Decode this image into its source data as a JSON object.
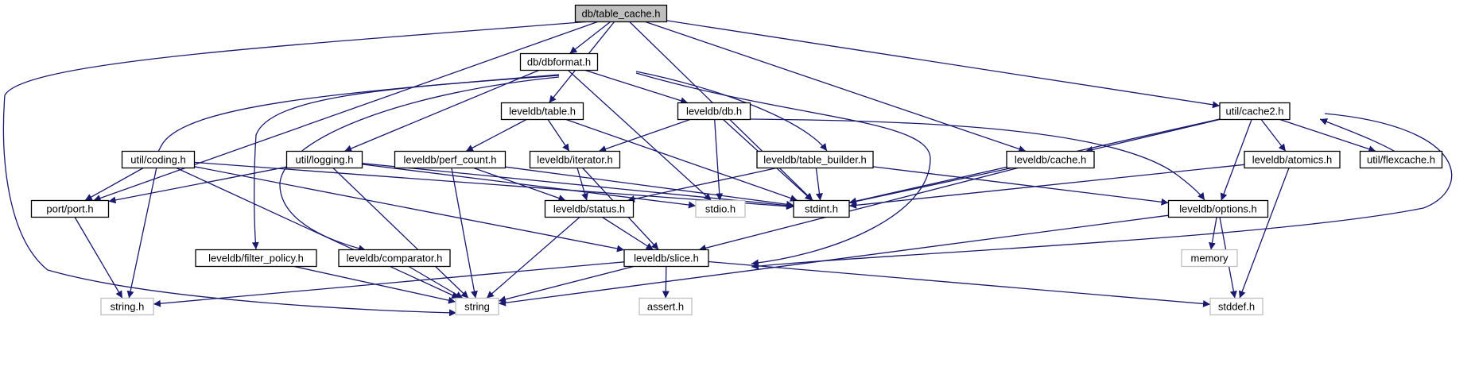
{
  "diagram": {
    "colors": {
      "edge": "#191970",
      "node_border": "#000000",
      "system_node_border": "#bfbfbf",
      "root_fill": "#bfbfbf",
      "background": "#ffffff"
    },
    "nodes": [
      {
        "id": "db_table_cache_h",
        "label": "db/table_cache.h",
        "kind": "root"
      },
      {
        "id": "db_dbformat_h",
        "label": "db/dbformat.h",
        "kind": "file"
      },
      {
        "id": "util_cache2_h",
        "label": "util/cache2.h",
        "kind": "file"
      },
      {
        "id": "leveldb_table_h",
        "label": "leveldb/table.h",
        "kind": "file"
      },
      {
        "id": "leveldb_db_h",
        "label": "leveldb/db.h",
        "kind": "file"
      },
      {
        "id": "util_coding_h",
        "label": "util/coding.h",
        "kind": "file"
      },
      {
        "id": "util_logging_h",
        "label": "util/logging.h",
        "kind": "file"
      },
      {
        "id": "leveldb_perf_count_h",
        "label": "leveldb/perf_count.h",
        "kind": "file"
      },
      {
        "id": "leveldb_iterator_h",
        "label": "leveldb/iterator.h",
        "kind": "file"
      },
      {
        "id": "leveldb_table_builder_h",
        "label": "leveldb/table_builder.h",
        "kind": "file"
      },
      {
        "id": "leveldb_cache_h",
        "label": "leveldb/cache.h",
        "kind": "file"
      },
      {
        "id": "leveldb_atomics_h",
        "label": "leveldb/atomics.h",
        "kind": "file"
      },
      {
        "id": "util_flexcache_h",
        "label": "util/flexcache.h",
        "kind": "file"
      },
      {
        "id": "port_port_h",
        "label": "port/port.h",
        "kind": "file"
      },
      {
        "id": "leveldb_status_h",
        "label": "leveldb/status.h",
        "kind": "file"
      },
      {
        "id": "stdio_h",
        "label": "stdio.h",
        "kind": "system"
      },
      {
        "id": "stdint_h",
        "label": "stdint.h",
        "kind": "file"
      },
      {
        "id": "leveldb_options_h",
        "label": "leveldb/options.h",
        "kind": "file"
      },
      {
        "id": "leveldb_filter_policy_h",
        "label": "leveldb/filter_policy.h",
        "kind": "file"
      },
      {
        "id": "leveldb_comparator_h",
        "label": "leveldb/comparator.h",
        "kind": "file"
      },
      {
        "id": "leveldb_slice_h",
        "label": "leveldb/slice.h",
        "kind": "file"
      },
      {
        "id": "memory",
        "label": "memory",
        "kind": "system"
      },
      {
        "id": "string_h",
        "label": "string.h",
        "kind": "system"
      },
      {
        "id": "string",
        "label": "string",
        "kind": "system"
      },
      {
        "id": "assert_h",
        "label": "assert.h",
        "kind": "system"
      },
      {
        "id": "stddef_h",
        "label": "stddef.h",
        "kind": "system"
      }
    ],
    "edges": [
      {
        "from": "db_table_cache_h",
        "to": "db_dbformat_h"
      },
      {
        "from": "db_table_cache_h",
        "to": "string"
      },
      {
        "from": "db_table_cache_h",
        "to": "port_port_h"
      },
      {
        "from": "db_table_cache_h",
        "to": "leveldb_table_h"
      },
      {
        "from": "db_table_cache_h",
        "to": "stdint_h"
      },
      {
        "from": "db_table_cache_h",
        "to": "leveldb_cache_h"
      },
      {
        "from": "db_table_cache_h",
        "to": "util_cache2_h"
      },
      {
        "from": "db_dbformat_h",
        "to": "util_coding_h"
      },
      {
        "from": "db_dbformat_h",
        "to": "leveldb_filter_policy_h"
      },
      {
        "from": "db_dbformat_h",
        "to": "leveldb_comparator_h"
      },
      {
        "from": "db_dbformat_h",
        "to": "util_logging_h"
      },
      {
        "from": "db_dbformat_h",
        "to": "stdio_h"
      },
      {
        "from": "db_dbformat_h",
        "to": "leveldb_db_h"
      },
      {
        "from": "db_dbformat_h",
        "to": "leveldb_table_builder_h"
      },
      {
        "from": "db_dbformat_h",
        "to": "leveldb_slice_h"
      },
      {
        "from": "leveldb_table_h",
        "to": "leveldb_perf_count_h"
      },
      {
        "from": "leveldb_table_h",
        "to": "leveldb_iterator_h"
      },
      {
        "from": "leveldb_table_h",
        "to": "stdint_h"
      },
      {
        "from": "leveldb_db_h",
        "to": "leveldb_iterator_h"
      },
      {
        "from": "leveldb_db_h",
        "to": "stdio_h"
      },
      {
        "from": "leveldb_db_h",
        "to": "stdint_h"
      },
      {
        "from": "leveldb_db_h",
        "to": "leveldb_options_h"
      },
      {
        "from": "util_coding_h",
        "to": "port_port_h"
      },
      {
        "from": "util_coding_h",
        "to": "string_h"
      },
      {
        "from": "util_coding_h",
        "to": "string"
      },
      {
        "from": "util_coding_h",
        "to": "stdint_h"
      },
      {
        "from": "util_coding_h",
        "to": "leveldb_slice_h"
      },
      {
        "from": "util_logging_h",
        "to": "port_port_h"
      },
      {
        "from": "util_logging_h",
        "to": "stdio_h"
      },
      {
        "from": "util_logging_h",
        "to": "stdint_h"
      },
      {
        "from": "util_logging_h",
        "to": "string"
      },
      {
        "from": "leveldb_perf_count_h",
        "to": "stdint_h"
      },
      {
        "from": "leveldb_perf_count_h",
        "to": "string"
      },
      {
        "from": "leveldb_perf_count_h",
        "to": "leveldb_status_h"
      },
      {
        "from": "leveldb_iterator_h",
        "to": "leveldb_status_h"
      },
      {
        "from": "leveldb_iterator_h",
        "to": "leveldb_slice_h"
      },
      {
        "from": "leveldb_table_builder_h",
        "to": "stdint_h"
      },
      {
        "from": "leveldb_table_builder_h",
        "to": "leveldb_options_h"
      },
      {
        "from": "leveldb_table_builder_h",
        "to": "leveldb_status_h"
      },
      {
        "from": "leveldb_cache_h",
        "to": "stdint_h"
      },
      {
        "from": "leveldb_cache_h",
        "to": "leveldb_slice_h"
      },
      {
        "from": "util_cache2_h",
        "to": "leveldb_cache_h"
      },
      {
        "from": "util_cache2_h",
        "to": "stdint_h"
      },
      {
        "from": "util_cache2_h",
        "to": "leveldb_options_h"
      },
      {
        "from": "util_cache2_h",
        "to": "leveldb_atomics_h"
      },
      {
        "from": "util_cache2_h",
        "to": "util_flexcache_h"
      },
      {
        "from": "util_cache2_h",
        "to": "leveldb_slice_h"
      },
      {
        "from": "util_flexcache_h",
        "to": "util_cache2_h"
      },
      {
        "from": "leveldb_atomics_h",
        "to": "stdint_h"
      },
      {
        "from": "leveldb_atomics_h",
        "to": "stddef_h"
      },
      {
        "from": "port_port_h",
        "to": "string_h"
      },
      {
        "from": "leveldb_status_h",
        "to": "leveldb_slice_h"
      },
      {
        "from": "leveldb_status_h",
        "to": "string"
      },
      {
        "from": "leveldb_options_h",
        "to": "memory"
      },
      {
        "from": "leveldb_options_h",
        "to": "stddef_h"
      },
      {
        "from": "leveldb_options_h",
        "to": "string"
      },
      {
        "from": "leveldb_filter_policy_h",
        "to": "string"
      },
      {
        "from": "leveldb_comparator_h",
        "to": "string"
      },
      {
        "from": "leveldb_slice_h",
        "to": "assert_h"
      },
      {
        "from": "leveldb_slice_h",
        "to": "stddef_h"
      },
      {
        "from": "leveldb_slice_h",
        "to": "string_h"
      },
      {
        "from": "leveldb_slice_h",
        "to": "string"
      }
    ]
  }
}
